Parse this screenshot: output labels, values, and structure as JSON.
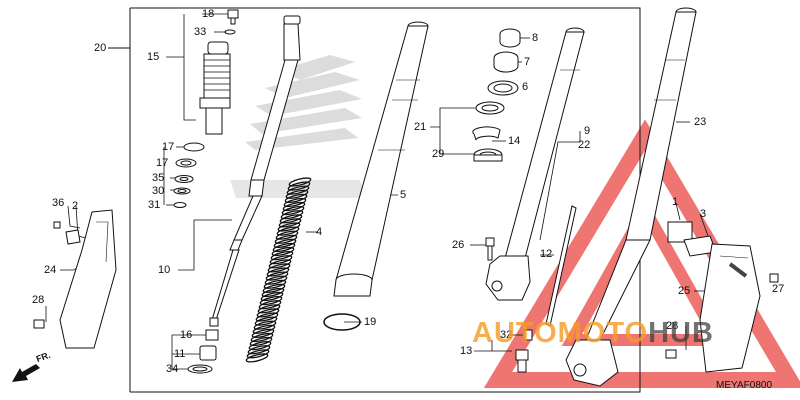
{
  "diagram_code": "MEYAF0800",
  "direction_label": "FR.",
  "watermark": {
    "part_a": "AUTO",
    "part_b": "MOTO",
    "part_c": "HUB"
  },
  "callouts": [
    {
      "id": "c18",
      "text": "18"
    },
    {
      "id": "c33",
      "text": "33"
    },
    {
      "id": "c20",
      "text": "20"
    },
    {
      "id": "c15",
      "text": "15"
    },
    {
      "id": "c17a",
      "text": "17"
    },
    {
      "id": "c17b",
      "text": "17"
    },
    {
      "id": "c35",
      "text": "35"
    },
    {
      "id": "c30",
      "text": "30"
    },
    {
      "id": "c31",
      "text": "31"
    },
    {
      "id": "c36",
      "text": "36"
    },
    {
      "id": "c2",
      "text": "2"
    },
    {
      "id": "c24",
      "text": "24"
    },
    {
      "id": "c28a",
      "text": "28"
    },
    {
      "id": "c10",
      "text": "10"
    },
    {
      "id": "c16",
      "text": "16"
    },
    {
      "id": "c11",
      "text": "11"
    },
    {
      "id": "c34",
      "text": "34"
    },
    {
      "id": "c4",
      "text": "4"
    },
    {
      "id": "c5",
      "text": "5"
    },
    {
      "id": "c19",
      "text": "19"
    },
    {
      "id": "c8",
      "text": "8"
    },
    {
      "id": "c7",
      "text": "7"
    },
    {
      "id": "c6",
      "text": "6"
    },
    {
      "id": "c21",
      "text": "21"
    },
    {
      "id": "c14",
      "text": "14"
    },
    {
      "id": "c29",
      "text": "29"
    },
    {
      "id": "c9",
      "text": "9"
    },
    {
      "id": "c22",
      "text": "22"
    },
    {
      "id": "c23",
      "text": "23"
    },
    {
      "id": "c26",
      "text": "26"
    },
    {
      "id": "c12",
      "text": "12"
    },
    {
      "id": "c1",
      "text": "1"
    },
    {
      "id": "c3",
      "text": "3"
    },
    {
      "id": "c27",
      "text": "27"
    },
    {
      "id": "c25",
      "text": "25"
    },
    {
      "id": "c32",
      "text": "32"
    },
    {
      "id": "c13",
      "text": "13"
    },
    {
      "id": "c28b",
      "text": "28"
    }
  ],
  "colors": {
    "line": "#111111",
    "watermark_red": "#e8403a",
    "watermark_orange": "#f39c28",
    "honda_gray": "#d9d9d9"
  }
}
